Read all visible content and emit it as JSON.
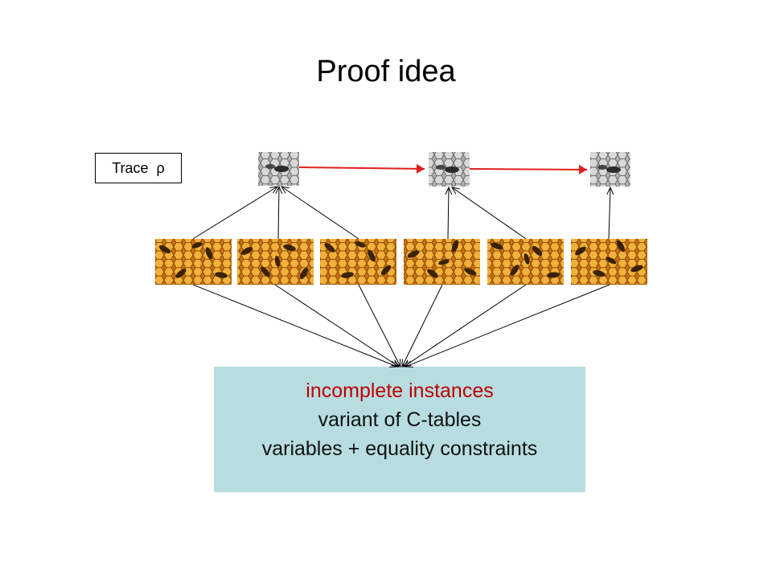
{
  "title": "Proof idea",
  "trace_label": "Trace  ρ",
  "box_lines": [
    "incomplete instances",
    "variant of C-tables",
    "variables + equality constraints"
  ],
  "colors": {
    "background": "#ffffff",
    "box_fill": "#b7dde0",
    "highlight_text": "#c00000",
    "trace_arrow": "#e0201c",
    "connector": "#000000",
    "honeycomb_gray": "#8c8c8c",
    "honeycomb_orange": "#e8961e"
  },
  "icons": {
    "trace_state": "gray-honeycomb-icon",
    "instance": "orange-honeycomb-bees-icon"
  },
  "trace_state_count": 3,
  "instance_count": 6
}
